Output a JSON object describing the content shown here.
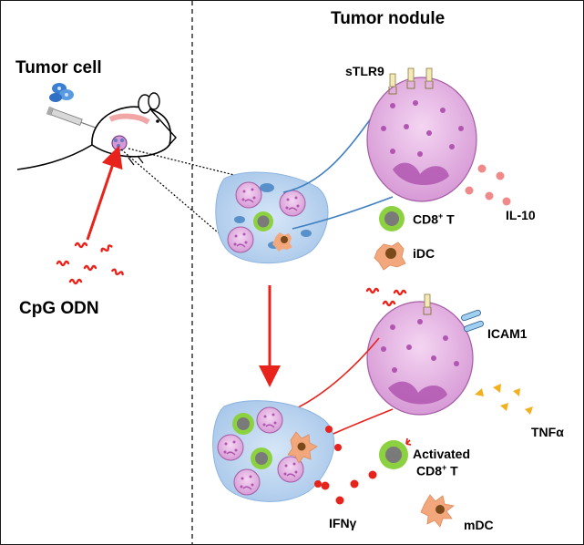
{
  "left_panel": {
    "tumor_cell_label": "Tumor cell",
    "cpg_label": "CpG ODN"
  },
  "right_panel": {
    "title": "Tumor nodule",
    "stlr9_label": "sTLR9",
    "il10_label": "IL-10",
    "cd8_label": "CD8",
    "cd8_sup": "+",
    "cd8_suffix": " T",
    "idc_label": "iDC",
    "icam1_label": "ICAM1",
    "tnfa_label": "TNFα",
    "activated_label": "Activated",
    "act_cd8_label": "CD8",
    "act_cd8_sup": "+",
    "act_cd8_suffix": " T",
    "ifng_label": "IFNγ",
    "mdc_label": "mDC"
  },
  "colors": {
    "cpg_red": "#e8231b",
    "tumor_pink": "#e0a6de",
    "tumor_dot": "#b056b0",
    "nodule_blue": "#b9d3ef",
    "cd8_green": "#8cd13f",
    "cd8_gray": "#7a7a7a",
    "dc_orange": "#f2a77c",
    "tnfa_yellow": "#f2b01e",
    "il10_pink": "#f08a8a",
    "line_blue": "#3e7fc1"
  }
}
